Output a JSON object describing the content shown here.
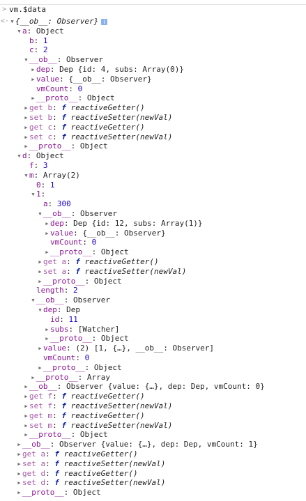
{
  "console": {
    "command": {
      "prompt": ">",
      "text": "vm.$data"
    },
    "result_marker": "<·",
    "tree": [
      {
        "i": 0,
        "t": "open",
        "k": "",
        "v": "{__ob__: Observer}",
        "vt": "preview",
        "info": true
      },
      {
        "i": 1,
        "t": "open",
        "k": "a",
        "v": "Object",
        "kt": "own"
      },
      {
        "i": 2,
        "t": "none",
        "k": "b",
        "v": "1",
        "kt": "own",
        "vt": "num"
      },
      {
        "i": 2,
        "t": "none",
        "k": "c",
        "v": "2",
        "kt": "own",
        "vt": "num"
      },
      {
        "i": 2,
        "t": "open",
        "k": "__ob__",
        "v": "Observer",
        "kt": "own"
      },
      {
        "i": 3,
        "t": "closed",
        "k": "dep",
        "v": "Dep {id: 4, subs: Array(0)}",
        "kt": "own"
      },
      {
        "i": 3,
        "t": "closed",
        "k": "value",
        "v": "{__ob__: Observer}",
        "kt": "own"
      },
      {
        "i": 3,
        "t": "none",
        "k": "vmCount",
        "v": "0",
        "kt": "own",
        "vt": "num"
      },
      {
        "i": 3,
        "t": "closed",
        "k": "__proto__",
        "v": "Object",
        "kt": "proto"
      },
      {
        "i": 2,
        "t": "closed",
        "k": "get b",
        "v": "reactiveGetter()",
        "kt": "acc",
        "vt": "fn"
      },
      {
        "i": 2,
        "t": "closed",
        "k": "set b",
        "v": "reactiveSetter(newVal)",
        "kt": "acc",
        "vt": "fn"
      },
      {
        "i": 2,
        "t": "closed",
        "k": "get c",
        "v": "reactiveGetter()",
        "kt": "acc",
        "vt": "fn"
      },
      {
        "i": 2,
        "t": "closed",
        "k": "set c",
        "v": "reactiveSetter(newVal)",
        "kt": "acc",
        "vt": "fn"
      },
      {
        "i": 2,
        "t": "closed",
        "k": "__proto__",
        "v": "Object",
        "kt": "proto"
      },
      {
        "i": 1,
        "t": "open",
        "k": "d",
        "v": "Object",
        "kt": "own"
      },
      {
        "i": 2,
        "t": "none",
        "k": "f",
        "v": "3",
        "kt": "own",
        "vt": "num"
      },
      {
        "i": 2,
        "t": "open",
        "k": "m",
        "v": "Array(2)",
        "kt": "own"
      },
      {
        "i": 3,
        "t": "none",
        "k": "0",
        "v": "1",
        "kt": "own",
        "vt": "num"
      },
      {
        "i": 3,
        "t": "open",
        "k": "1",
        "v": "",
        "kt": "own"
      },
      {
        "i": 4,
        "t": "none",
        "k": "a",
        "v": "300",
        "kt": "own",
        "vt": "num"
      },
      {
        "i": 4,
        "t": "open",
        "k": "__ob__",
        "v": "Observer",
        "kt": "own"
      },
      {
        "i": 5,
        "t": "closed",
        "k": "dep",
        "v": "Dep {id: 12, subs: Array(1)}",
        "kt": "own"
      },
      {
        "i": 5,
        "t": "closed",
        "k": "value",
        "v": "{__ob__: Observer}",
        "kt": "own"
      },
      {
        "i": 5,
        "t": "none",
        "k": "vmCount",
        "v": "0",
        "kt": "own",
        "vt": "num"
      },
      {
        "i": 5,
        "t": "closed",
        "k": "__proto__",
        "v": "Object",
        "kt": "proto"
      },
      {
        "i": 4,
        "t": "closed",
        "k": "get a",
        "v": "reactiveGetter()",
        "kt": "acc",
        "vt": "fn"
      },
      {
        "i": 4,
        "t": "closed",
        "k": "set a",
        "v": "reactiveSetter(newVal)",
        "kt": "acc",
        "vt": "fn"
      },
      {
        "i": 4,
        "t": "closed",
        "k": "__proto__",
        "v": "Object",
        "kt": "proto"
      },
      {
        "i": 3,
        "t": "none",
        "k": "length",
        "v": "2",
        "kt": "own",
        "vt": "num"
      },
      {
        "i": 3,
        "t": "open",
        "k": "__ob__",
        "v": "Observer",
        "kt": "own"
      },
      {
        "i": 4,
        "t": "open",
        "k": "dep",
        "v": "Dep",
        "kt": "own"
      },
      {
        "i": 5,
        "t": "none",
        "k": "id",
        "v": "11",
        "kt": "own",
        "vt": "num"
      },
      {
        "i": 5,
        "t": "closed",
        "k": "subs",
        "v": "[Watcher]",
        "kt": "own"
      },
      {
        "i": 5,
        "t": "closed",
        "k": "__proto__",
        "v": "Object",
        "kt": "proto"
      },
      {
        "i": 4,
        "t": "closed",
        "k": "value",
        "v": "(2) [1, {…}, __ob__: Observer]",
        "kt": "own"
      },
      {
        "i": 4,
        "t": "none",
        "k": "vmCount",
        "v": "0",
        "kt": "own",
        "vt": "num"
      },
      {
        "i": 4,
        "t": "closed",
        "k": "__proto__",
        "v": "Object",
        "kt": "proto"
      },
      {
        "i": 3,
        "t": "closed",
        "k": "__proto__",
        "v": "Array",
        "kt": "proto"
      },
      {
        "i": 2,
        "t": "closed",
        "k": "__ob__",
        "v": "Observer {value: {…}, dep: Dep, vmCount: 0}",
        "kt": "own"
      },
      {
        "i": 2,
        "t": "closed",
        "k": "get f",
        "v": "reactiveGetter()",
        "kt": "acc",
        "vt": "fn"
      },
      {
        "i": 2,
        "t": "closed",
        "k": "set f",
        "v": "reactiveSetter(newVal)",
        "kt": "acc",
        "vt": "fn"
      },
      {
        "i": 2,
        "t": "closed",
        "k": "get m",
        "v": "reactiveGetter()",
        "kt": "acc",
        "vt": "fn"
      },
      {
        "i": 2,
        "t": "closed",
        "k": "set m",
        "v": "reactiveSetter(newVal)",
        "kt": "acc",
        "vt": "fn"
      },
      {
        "i": 2,
        "t": "closed",
        "k": "__proto__",
        "v": "Object",
        "kt": "proto"
      },
      {
        "i": 1,
        "t": "closed",
        "k": "__ob__",
        "v": "Observer {value: {…}, dep: Dep, vmCount: 1}",
        "kt": "own"
      },
      {
        "i": 1,
        "t": "closed",
        "k": "get a",
        "v": "reactiveGetter()",
        "kt": "acc",
        "vt": "fn"
      },
      {
        "i": 1,
        "t": "closed",
        "k": "set a",
        "v": "reactiveSetter(newVal)",
        "kt": "acc",
        "vt": "fn"
      },
      {
        "i": 1,
        "t": "closed",
        "k": "get d",
        "v": "reactiveGetter()",
        "kt": "acc",
        "vt": "fn"
      },
      {
        "i": 1,
        "t": "closed",
        "k": "set d",
        "v": "reactiveSetter(newVal)",
        "kt": "acc",
        "vt": "fn"
      },
      {
        "i": 1,
        "t": "closed",
        "k": "__proto__",
        "v": "Object",
        "kt": "proto"
      }
    ]
  }
}
